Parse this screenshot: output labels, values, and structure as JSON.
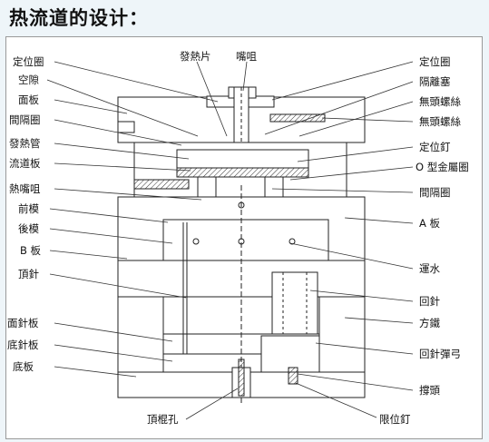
{
  "page": {
    "title": "热流道的设计："
  },
  "labels": {
    "left": {
      "locating_ring": "定位圈",
      "clearance": "空隙",
      "face_plate": "面板",
      "spacer_ring": "間隔圈",
      "heater_tube": "發熱管",
      "runner_plate": "流道板",
      "hot_nozzle": "熱嘴咀",
      "front_mold": "前模",
      "back_mold": "後模",
      "b_plate": "B 板",
      "ejector_pin": "頂針",
      "ejector_retainer_plate": "面針板",
      "ejector_base_plate": "底針板",
      "bottom_plate": "底板",
      "ejector_rod_hole": "頂棍孔"
    },
    "top": {
      "heating_sheet": "發熱片",
      "nozzle": "嘴咀"
    },
    "right": {
      "locating_ring": "定位圈",
      "insulating_plug": "隔離塞",
      "headless_screw_1": "無頭螺絲",
      "headless_screw_2": "無頭螺絲",
      "dowel_pin": "定位釘",
      "o_ring": "O 型金屬圈",
      "spacer_ring": "間隔圈",
      "a_plate": "A 板",
      "water_cooling": "運水",
      "return_pin": "回針",
      "support_block": "方鐵",
      "return_pin_spring": "回針彈弓",
      "support_pillar": "撐頭",
      "stop_pin": "限位釘"
    }
  }
}
